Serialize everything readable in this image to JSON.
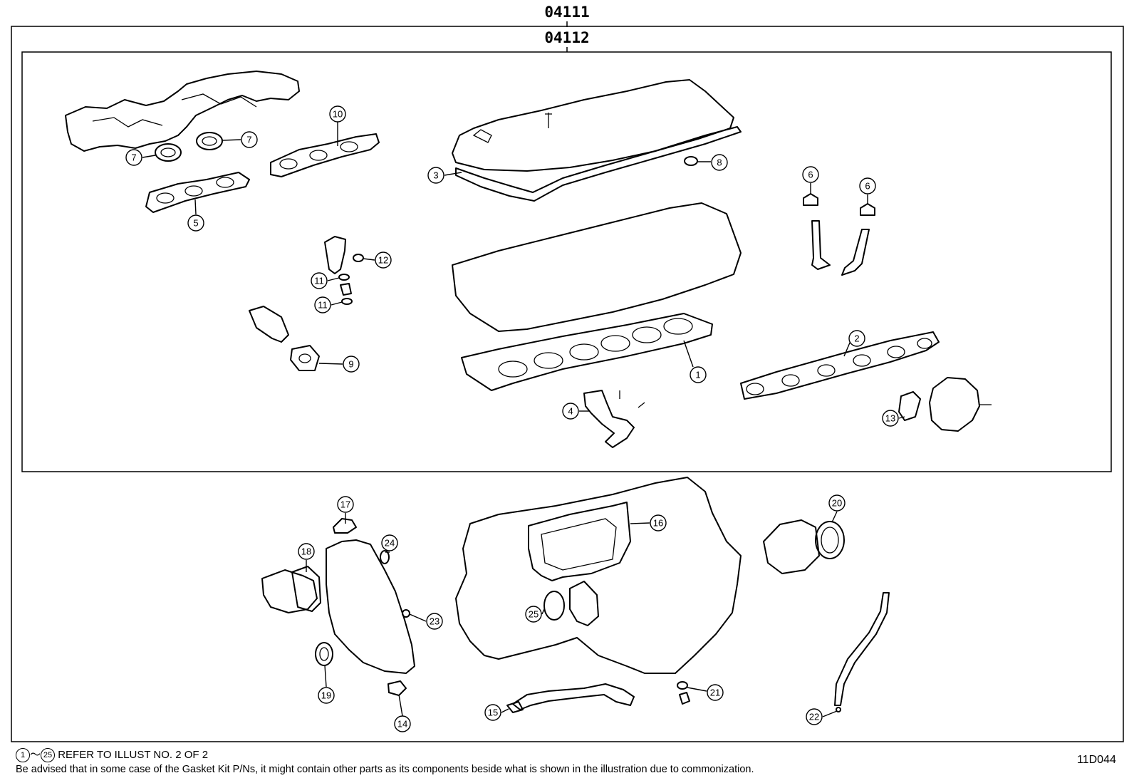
{
  "header": {
    "kit_outer": "04111",
    "kit_inner": "04112"
  },
  "callouts": [
    {
      "num": "1"
    },
    {
      "num": "2"
    },
    {
      "num": "3"
    },
    {
      "num": "4"
    },
    {
      "num": "5"
    },
    {
      "num": "6"
    },
    {
      "num": "6"
    },
    {
      "num": "7"
    },
    {
      "num": "7"
    },
    {
      "num": "8"
    },
    {
      "num": "9"
    },
    {
      "num": "10"
    },
    {
      "num": "11"
    },
    {
      "num": "11"
    },
    {
      "num": "12"
    },
    {
      "num": "13"
    },
    {
      "num": "14"
    },
    {
      "num": "15"
    },
    {
      "num": "16"
    },
    {
      "num": "17"
    },
    {
      "num": "18"
    },
    {
      "num": "19"
    },
    {
      "num": "20"
    },
    {
      "num": "21"
    },
    {
      "num": "22"
    },
    {
      "num": "23"
    },
    {
      "num": "24"
    },
    {
      "num": "25"
    }
  ],
  "footer": {
    "range_start": "1",
    "range_sep": "～",
    "range_end": "25",
    "refer_note": "REFER TO ILLUST NO. 2 OF 2",
    "advisory": "Be advised that in some case of the Gasket Kit P/Ns,  it might contain other parts as its components beside what is shown in the illustration due to commonization.",
    "illustration_code": "11D044"
  }
}
